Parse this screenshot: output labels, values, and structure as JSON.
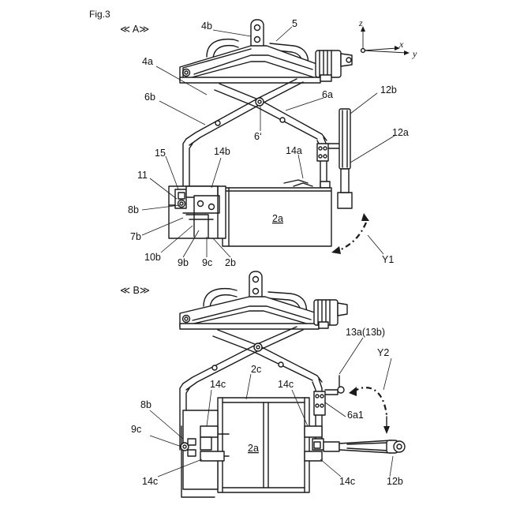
{
  "figure": {
    "title": "Fig.3",
    "panel_a": "≪ A≫",
    "panel_b": "≪ B≫"
  },
  "axes": {
    "z": "z",
    "x": "x",
    "y": "y"
  },
  "labels_a": {
    "l4b": "4b",
    "l5": "5",
    "l4a": "4a",
    "l6b": "6b",
    "l6a": "6a",
    "l12b": "12b",
    "l6p": "6‘",
    "l12a": "12a",
    "l14b": "14b",
    "l15": "15",
    "l14a": "14a",
    "l11": "11",
    "l8b": "8b",
    "l2a": "2a",
    "l7b": "7b",
    "l10b": "10b",
    "l9b": "9b",
    "l9c": "9c",
    "l2b": "2b",
    "lY1": "Y1"
  },
  "labels_b": {
    "l13a": "13a(13b)",
    "lY2": "Y2",
    "l2c": "2c",
    "l14c_tl": "14c",
    "l14c_tr": "14c",
    "l8b": "8b",
    "l6a1": "6a1",
    "l9c": "9c",
    "l2a": "2a",
    "l14c_bl": "14c",
    "l14c_br": "14c",
    "l12b": "12b"
  }
}
